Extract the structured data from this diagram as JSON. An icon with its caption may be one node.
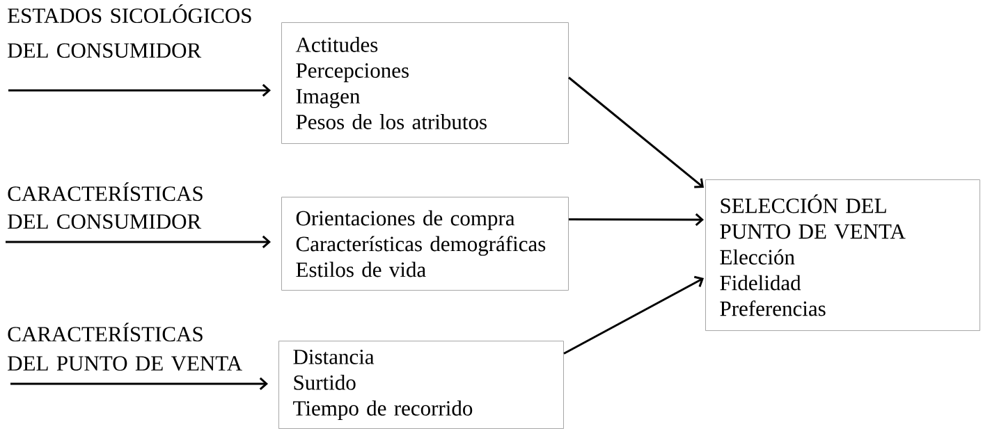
{
  "diagram": {
    "nodes": [
      {
        "text": [
          "Actitudes",
          "Percepciones",
          "Imagen",
          "Pesos de los atributos"
        ]
      },
      {
        "text": [
          "Orientaciones de compra",
          "Características demográficas",
          "Estilos de vida"
        ]
      },
      {
        "text": [
          "Distancia",
          "Surtido",
          "Tiempo de recorrido"
        ]
      },
      {
        "text": [
          "SELECCIÓN DEL PUNTO DE VENTA",
          "Elección",
          "Fidelidad",
          "Preferencias"
        ]
      }
    ],
    "edges": [
      {
        "from": null,
        "to": 0,
        "arrow": "to",
        "label": "ESTADOS SICOLÓGICOS DEL CONSUMIDOR"
      },
      {
        "from": null,
        "to": 1,
        "arrow": "to",
        "label": "CARACTERÍSTICAS DEL CONSUMIDOR"
      },
      {
        "from": null,
        "to": 2,
        "arrow": "to",
        "label": "CARACTERÍSTICAS DEL PUNTO DE VENTA"
      },
      {
        "from": 0,
        "to": 3,
        "arrow": "to"
      },
      {
        "from": 1,
        "to": 3,
        "arrow": "to"
      },
      {
        "from": 2,
        "to": 3,
        "arrow": "to"
      }
    ]
  }
}
